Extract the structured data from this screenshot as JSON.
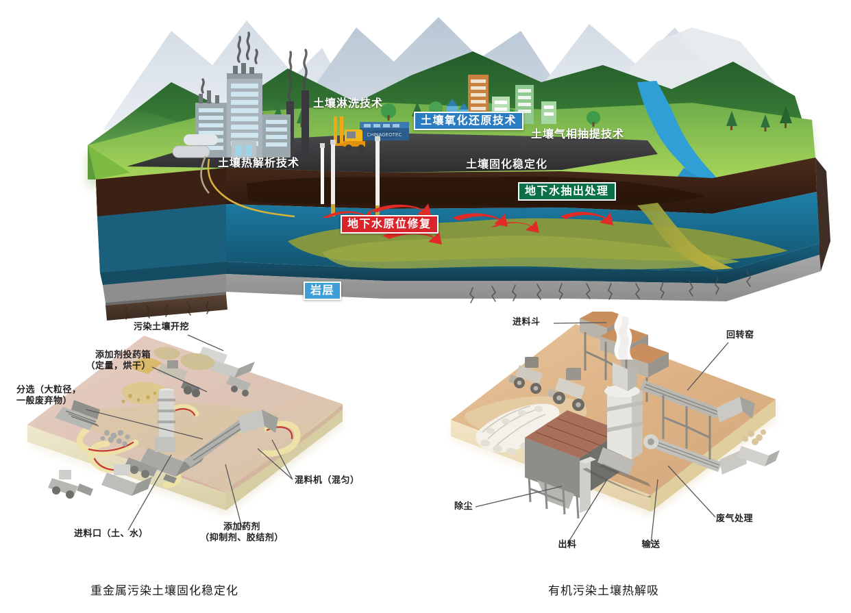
{
  "figure": {
    "title_alt": "土壤修复技术示意图",
    "captions": [
      {
        "id": "left",
        "text": "重金属污染土壤固化稳定化"
      },
      {
        "id": "right",
        "text": "有机污染土壤热解吸"
      }
    ]
  },
  "scene_labels": [
    {
      "id": "soil-washing",
      "text": "土壤淋洗技术",
      "style": "plain"
    },
    {
      "id": "soil-thermal-desorption",
      "text": "土壤热解析技术",
      "style": "plain"
    },
    {
      "id": "soil-redox",
      "text": "土壤氧化还原技术",
      "style": "box-blue"
    },
    {
      "id": "soil-vapor-extraction",
      "text": "土壤气相抽提技术",
      "style": "plain"
    },
    {
      "id": "soil-solidification",
      "text": "土壤固化稳定化",
      "style": "dark"
    },
    {
      "id": "groundwater-pump-treat",
      "text": "地下水抽出处理",
      "style": "box-green"
    },
    {
      "id": "groundwater-in-situ",
      "text": "地下水原位修复",
      "style": "box-red"
    },
    {
      "id": "rock-layer",
      "text": "岩层",
      "style": "box-cyan"
    }
  ],
  "diagram_left": {
    "caption": "重金属污染土壤固化稳定化",
    "annotations": [
      {
        "id": "excavation",
        "text": "污染土壤开挖"
      },
      {
        "id": "additive-dosing",
        "text": "添加剂投药箱\n（定量，烘干）"
      },
      {
        "id": "sorting",
        "text": "分选（大粒径，\n一般废弃物）"
      },
      {
        "id": "feed-inlet",
        "text": "进料口（土、水）"
      },
      {
        "id": "added-agent",
        "text": "添加药剂\n（抑制剂、胶结剂）"
      },
      {
        "id": "mixer",
        "text": "混料机（混匀）"
      }
    ]
  },
  "diagram_right": {
    "caption": "有机污染土壤热解吸",
    "annotations": [
      {
        "id": "feed-hopper",
        "text": "进料斗"
      },
      {
        "id": "rotary-kiln",
        "text": "回转窑"
      },
      {
        "id": "dust-removal",
        "text": "除尘"
      },
      {
        "id": "discharge",
        "text": "出料"
      },
      {
        "id": "conveying",
        "text": "输送"
      },
      {
        "id": "exhaust-gas",
        "text": "废气处理"
      }
    ]
  },
  "colors": {
    "label_blue": "#2b7cc0",
    "label_green": "#0b7048",
    "label_red": "#d8252c",
    "label_cyan": "#3d9ed8",
    "sky": "#ffffff",
    "grass_light": "#8cc63f",
    "grass_dark": "#2f7a3e",
    "mountain_far": "#c9d2dd",
    "mountain_mid": "#b9c7cf",
    "soil_surface": "#3a3a3a",
    "soil_brown": "#3d2317",
    "aquifer_blue": "#1b6f96",
    "rock_gray": "#9a9a9a",
    "platform_left": "#e6e0bb",
    "platform_right": "#e3b98c"
  }
}
